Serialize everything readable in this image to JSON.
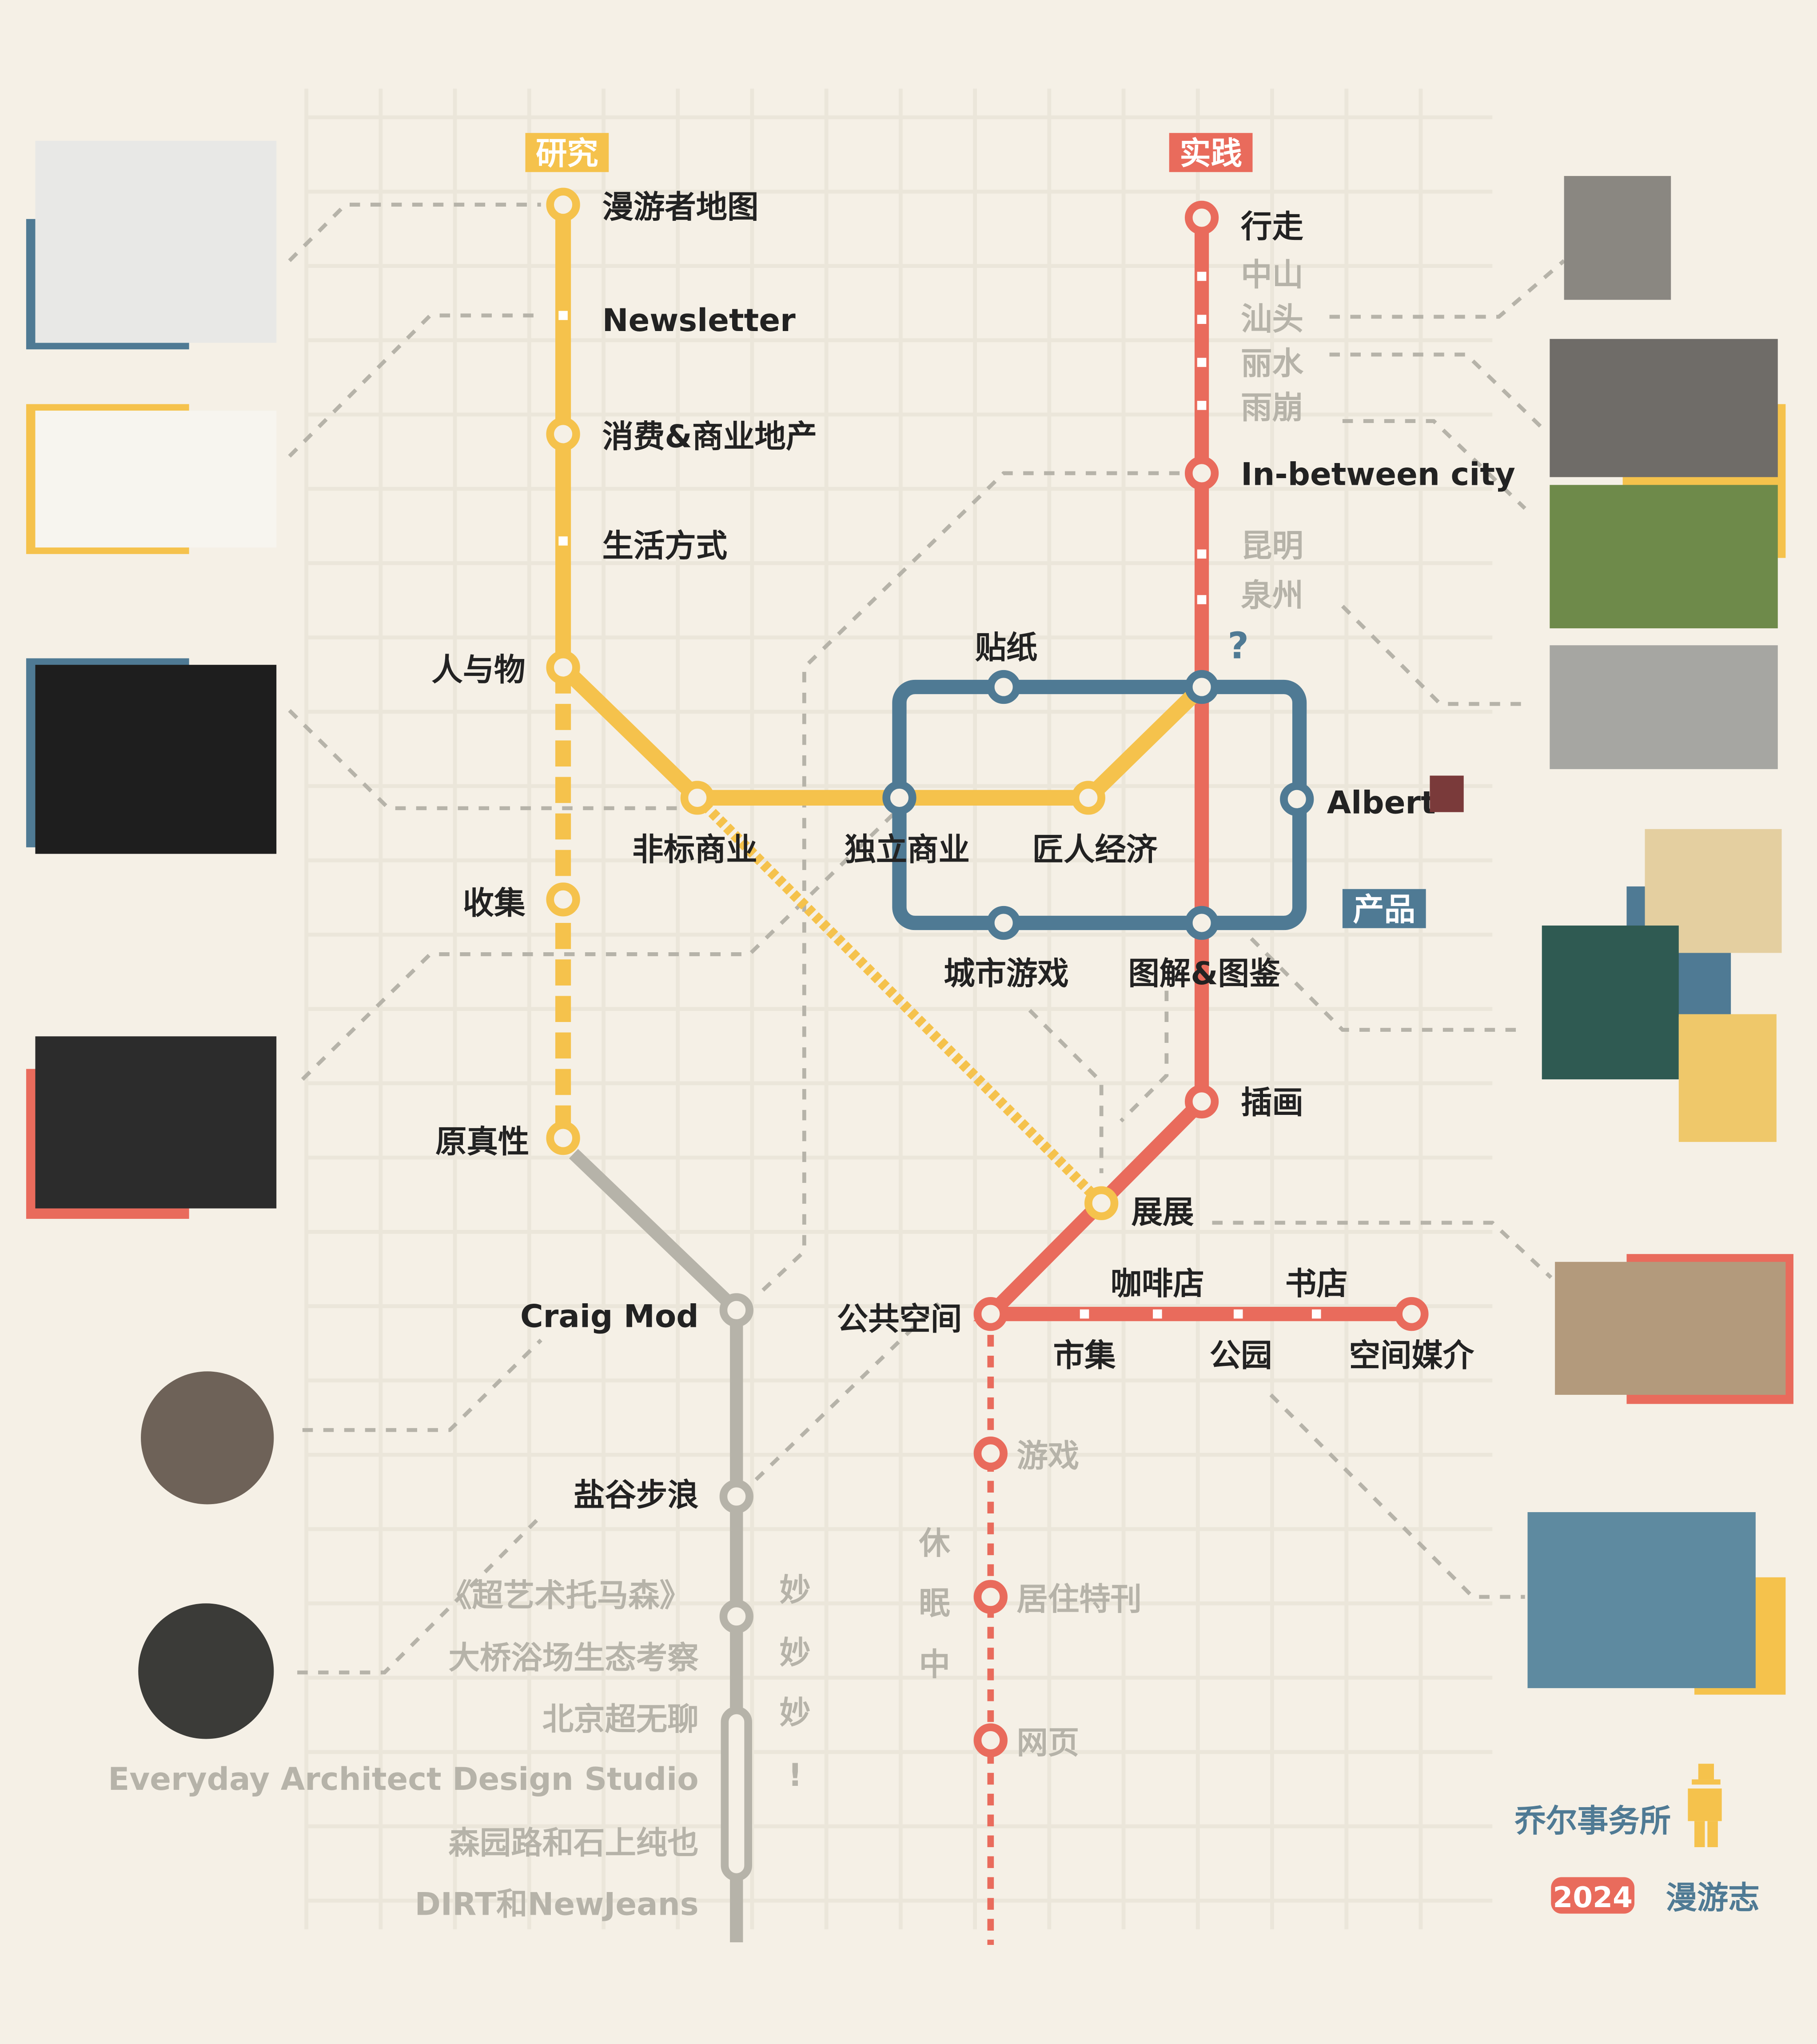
{
  "colors": {
    "background": "#f5f0e6",
    "research": "#f5c24c",
    "practice": "#e96b5c",
    "product": "#4f7a94",
    "inactive": "#b6b3a9",
    "text": "#222222"
  },
  "tags": {
    "research": "研究",
    "practice": "实践",
    "product": "产品"
  },
  "research_line": {
    "stations": [
      "漫游者地图",
      "Newsletter",
      "消费&商业地产",
      "生活方式",
      "人与物",
      "收集",
      "原真性"
    ],
    "branch": [
      "非标商业",
      "独立商业",
      "匠人经济"
    ]
  },
  "practice_line": {
    "walk": "行走",
    "walk_cities": [
      "中山",
      "汕头",
      "丽水",
      "雨崩"
    ],
    "inbetween": "In-between city",
    "inbetween_cities": [
      "昆明",
      "泉州"
    ],
    "illustration": "插画",
    "exhibition": "展展",
    "public_space": "公共空间",
    "public_space_stops": [
      "咖啡店",
      "书店",
      "市集",
      "公园",
      "空间媒介"
    ],
    "dormant_label": [
      "休",
      "眠",
      "中"
    ],
    "dormant": [
      "游戏",
      "居住特刊",
      "网页"
    ]
  },
  "product_loop": {
    "stations": [
      "贴纸",
      "Albert",
      "城市游戏",
      "图解&图鉴"
    ],
    "question_icon": "question-mark-icon"
  },
  "people_line": {
    "active": [
      "Craig Mod",
      "盐谷步浪"
    ],
    "inactive": [
      "《超艺术托马森》",
      "大桥浴场生态考察",
      "北京超无聊",
      "Everyday Architect Design Studio",
      "森园路和石上纯也",
      "DIRT和NewJeans"
    ],
    "marks": [
      "妙",
      "妙",
      "妙",
      "!"
    ]
  },
  "footer": {
    "studio": "乔尔事务所",
    "year": "2024",
    "title": "漫游志"
  }
}
